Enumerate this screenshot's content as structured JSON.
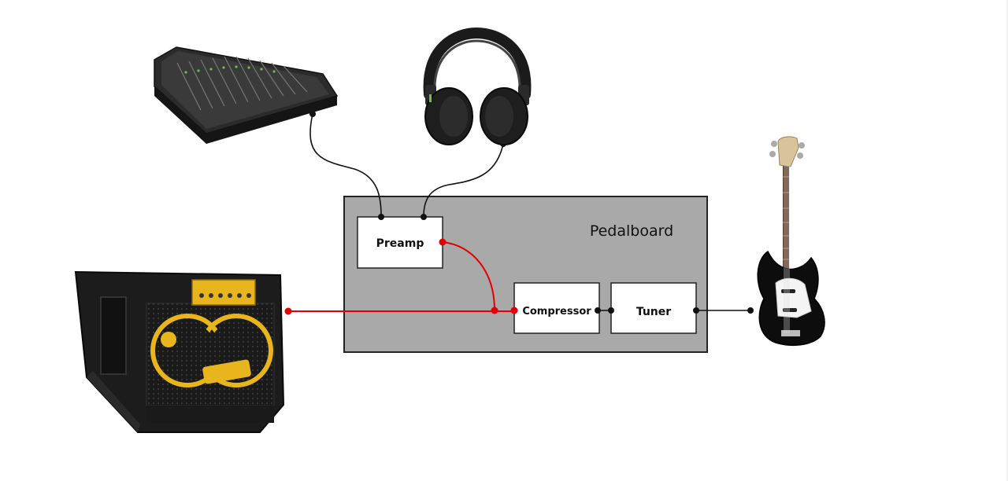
{
  "diagram": {
    "pedalboard": {
      "label": "Pedalboard"
    },
    "blocks": {
      "preamp": "Preamp",
      "compressor": "Compressor",
      "tuner": "Tuner"
    },
    "devices": {
      "mixer": "mixer-icon",
      "headphones": "headphones-icon",
      "amplifier": "bass-amp-cabinet-icon",
      "bass": "bass-guitar-icon"
    },
    "colors": {
      "board_fill": "#a9a9a9",
      "signal_red": "#e30000",
      "cable_black": "#111111",
      "amp_yellow": "#e8b51c"
    }
  }
}
